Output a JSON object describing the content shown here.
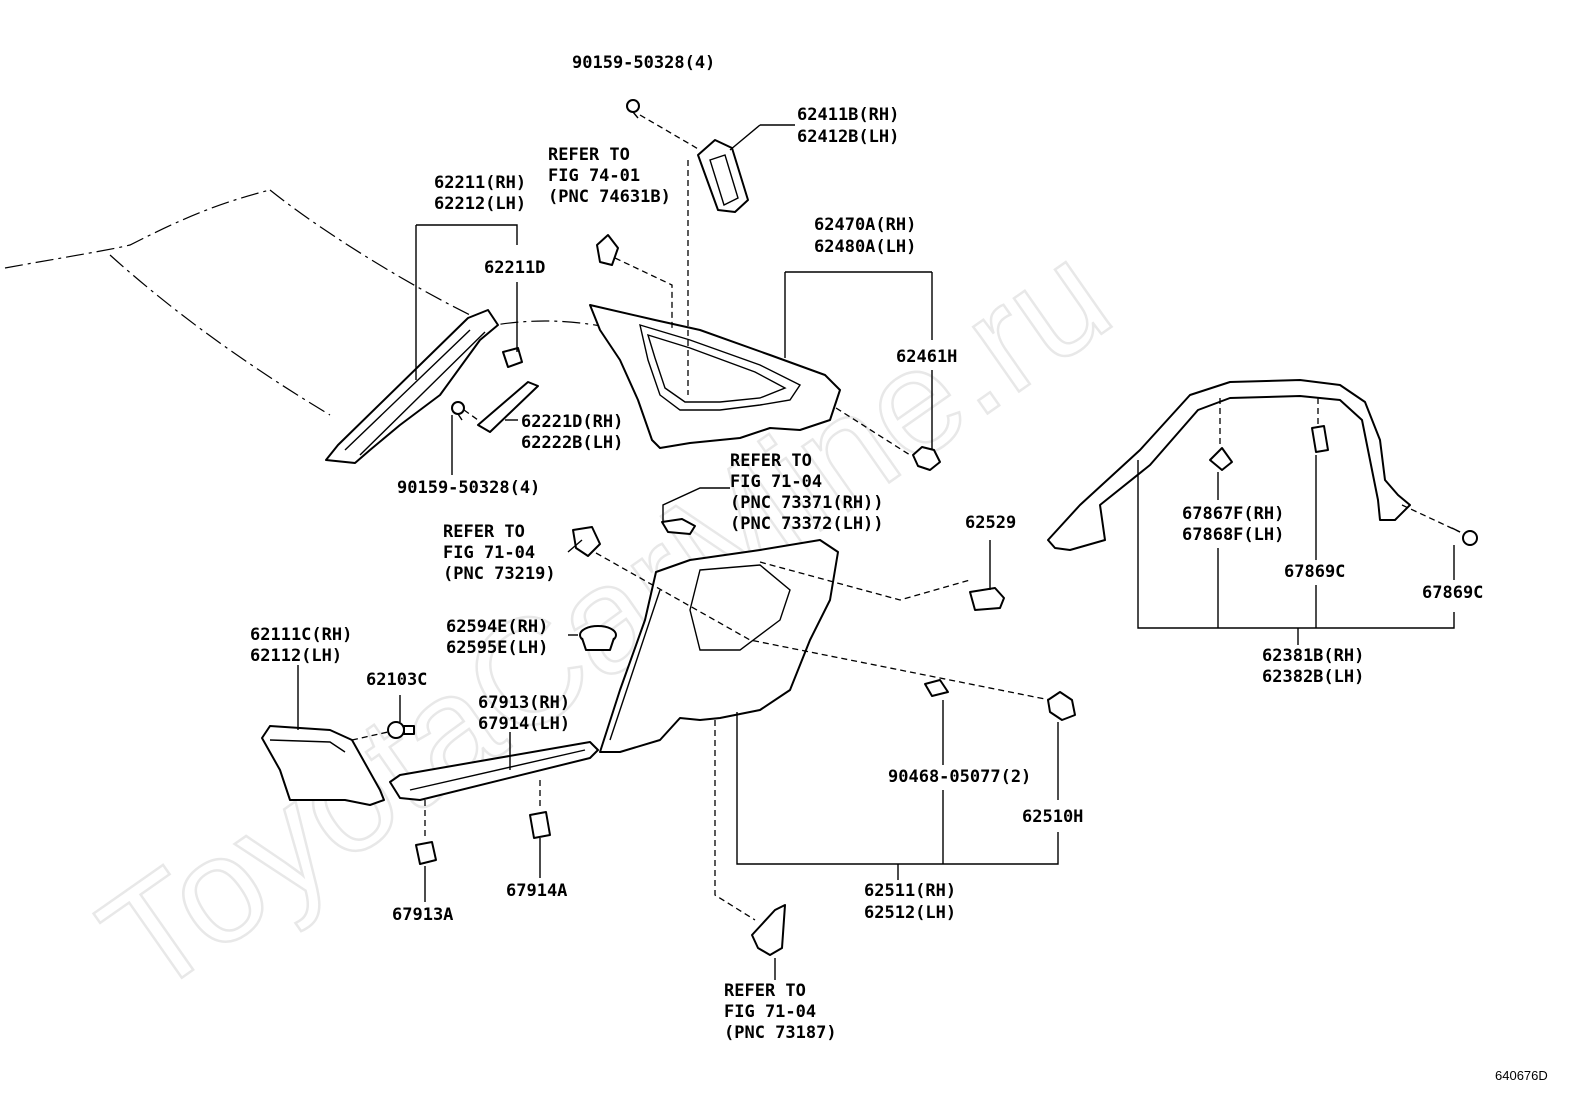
{
  "watermark": "ToyotaCarMine.ru",
  "figure_code": "640676D",
  "labels": {
    "bolt_top": "90159-50328(4)",
    "bracket_rh": "62411B(RH)",
    "bracket_lh": "62412B(LH)",
    "refer_74_1": "REFER TO",
    "refer_74_2": "FIG 74-01",
    "refer_74_3": "(PNC 74631B)",
    "pillar_rh": "62211(RH)",
    "pillar_lh": "62212(LH)",
    "clip_62211d": "62211D",
    "qtr_rh": "62470A(RH)",
    "qtr_lh": "62480A(LH)",
    "clip_62461h": "62461H",
    "strip_rh": "62221D(RH)",
    "strip_lh": "62222B(LH)",
    "bolt_lower": "90159-50328(4)",
    "refer_7104a_1": "REFER TO",
    "refer_7104a_2": "FIG 71-04",
    "refer_7104a_3": "(PNC 73371(RH))",
    "refer_7104a_4": "(PNC 73372(LH))",
    "refer_73219_1": "REFER TO",
    "refer_73219_2": "FIG 71-04",
    "refer_73219_3": "(PNC 73219)",
    "part_62529": "62529",
    "cap_rh": "62594E(RH)",
    "cap_lh": "62595E(LH)",
    "cowl_rh": "62111C(RH)",
    "cowl_lh": "62112(LH)",
    "clip_62103c": "62103C",
    "scuff_rh": "67913(RH)",
    "scuff_lh": "67914(LH)",
    "clip_67913a": "67913A",
    "clip_67914a": "67914A",
    "screw_90468": "90468-05077(2)",
    "clip_62510h": "62510H",
    "trim_rh": "62511(RH)",
    "trim_lh": "62512(LH)",
    "refer_73187_1": "REFER TO",
    "refer_73187_2": "FIG 71-04",
    "refer_73187_3": "(PNC 73187)",
    "clip_67867f_rh": "67867F(RH)",
    "clip_67868f_lh": "67868F(LH)",
    "clip_67869c_a": "67869C",
    "clip_67869c_b": "67869C",
    "weather_rh": "62381B(RH)",
    "weather_lh": "62382B(LH)"
  }
}
